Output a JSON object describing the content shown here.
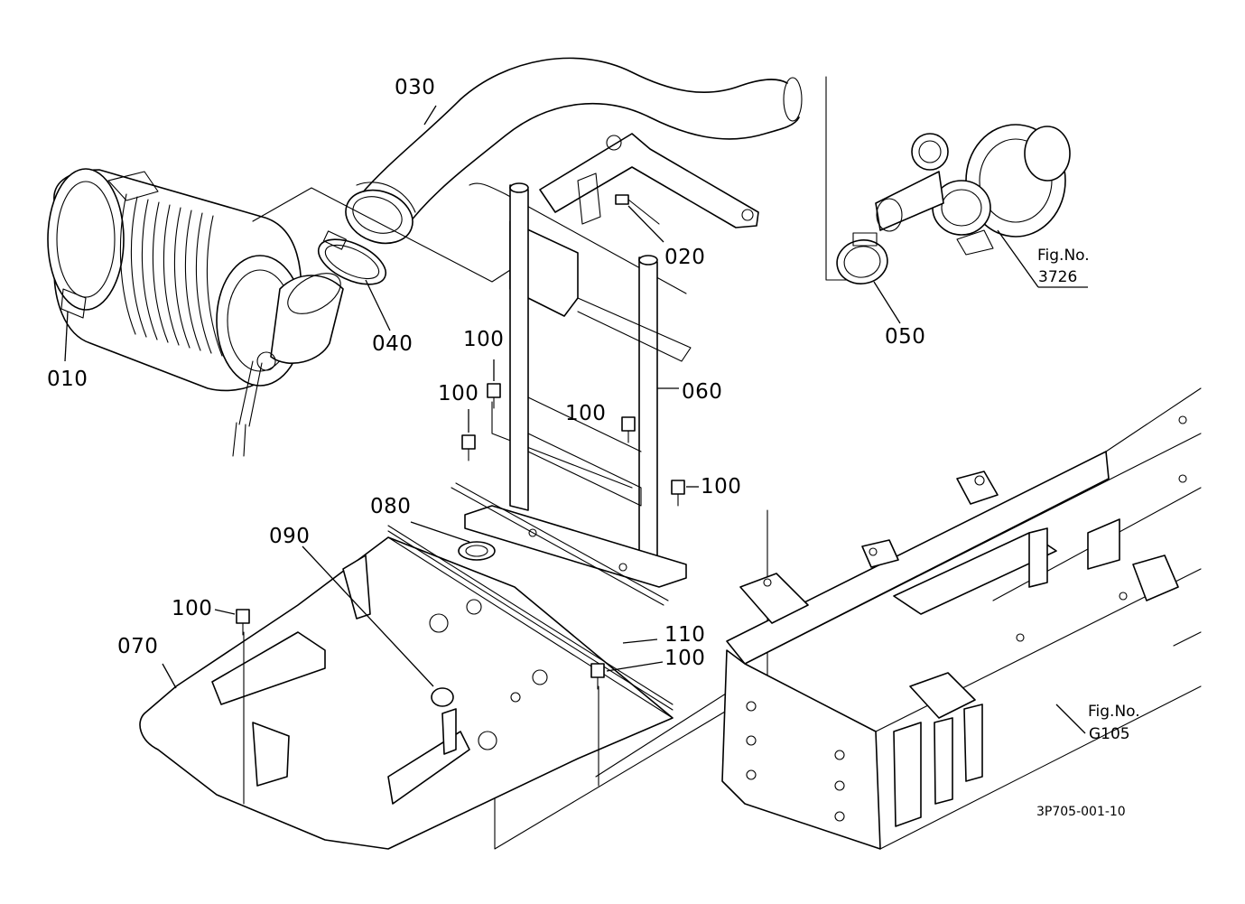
{
  "parts": [
    {
      "id": "p010",
      "label": "010"
    },
    {
      "id": "p020",
      "label": "020"
    },
    {
      "id": "p030",
      "label": "030"
    },
    {
      "id": "p040",
      "label": "040"
    },
    {
      "id": "p050",
      "label": "050"
    },
    {
      "id": "p060",
      "label": "060"
    },
    {
      "id": "p070",
      "label": "070"
    },
    {
      "id": "p080",
      "label": "080"
    },
    {
      "id": "p090",
      "label": "090"
    },
    {
      "id": "p100a",
      "label": "100"
    },
    {
      "id": "p100b",
      "label": "100"
    },
    {
      "id": "p100c",
      "label": "100"
    },
    {
      "id": "p100d",
      "label": "100"
    },
    {
      "id": "p100e",
      "label": "100"
    },
    {
      "id": "p100f",
      "label": "100"
    },
    {
      "id": "p110",
      "label": "110"
    }
  ],
  "figure_refs": [
    {
      "line1": "Fig.No.",
      "line2": "3726"
    },
    {
      "line1": "Fig.No.",
      "line2": "G105"
    }
  ],
  "drawing_code": "3P705-001-10"
}
